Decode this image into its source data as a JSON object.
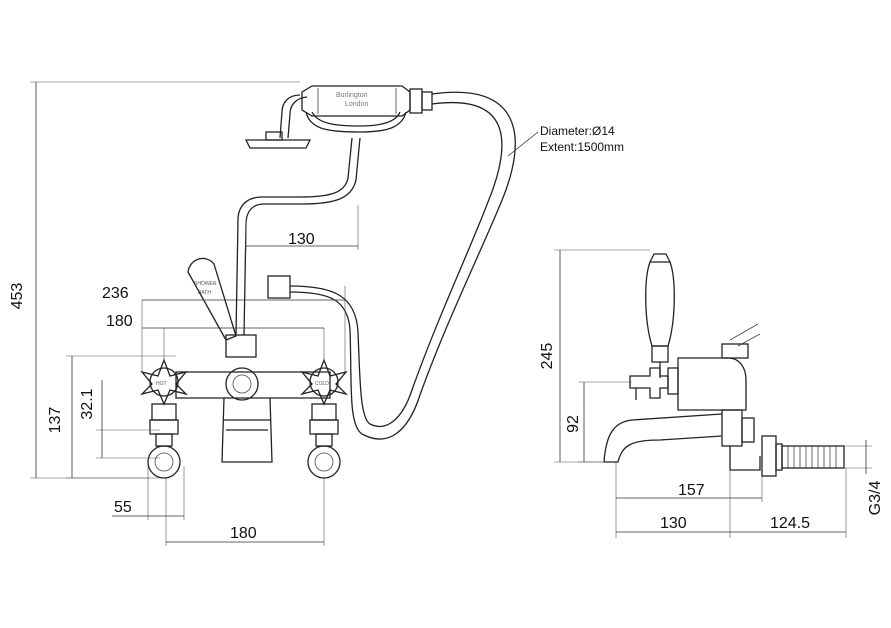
{
  "dimensions": {
    "overall_height": "453",
    "width_236": "236",
    "centers_180_top": "180",
    "centers_180_bottom": "180",
    "height_137": "137",
    "offset_32_1": "32.1",
    "width_55": "55",
    "handset_reach": "130",
    "side_height_245": "245",
    "side_height_92": "92",
    "side_157": "157",
    "side_130": "130",
    "side_124_5": "124.5",
    "thread": "G3/4"
  },
  "hose_note": {
    "diameter": "Diameter:Ø14",
    "extent": "Extent:1500mm"
  },
  "labels": {
    "brand": "Burlington",
    "brand_sub": "London",
    "lever_text_1": "SHOWER",
    "lever_text_2": "BATH",
    "left_handle": "HOT",
    "right_handle": "COLD"
  }
}
